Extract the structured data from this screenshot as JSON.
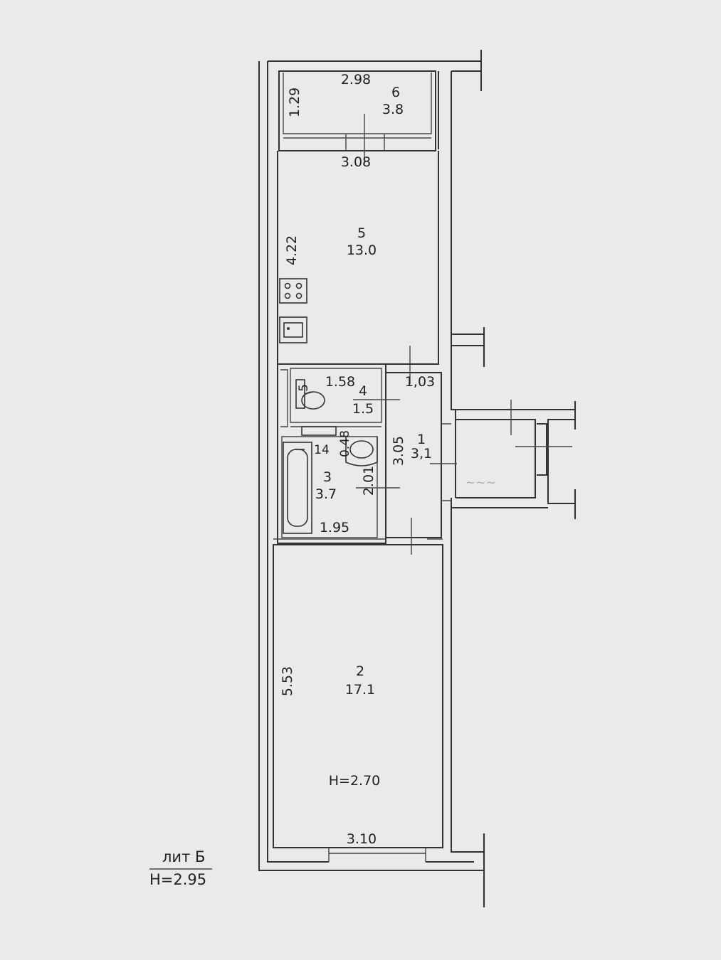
{
  "rooms": [
    {
      "number": "6",
      "area": "3.8"
    },
    {
      "number": "5",
      "area": "13.0"
    },
    {
      "number": "4",
      "area": "1.5"
    },
    {
      "number": "3",
      "area": "3.7"
    },
    {
      "number": "1",
      "area": "3,1"
    },
    {
      "number": "2",
      "area": "17.1"
    }
  ],
  "dimensions": {
    "balcony_width": "2.98",
    "balcony_depth": "1.29",
    "kitchen_width": "3.08",
    "kitchen_length": "4.22",
    "wc_width": "1.58",
    "wc_depth": ".5",
    "hall_width": "1,03",
    "hall_length": "3.05",
    "bath_length": "2.01",
    "bath_width": "1.95",
    "bath_small_a": "14",
    "bath_small_b": "0.48",
    "room_length": "5.53",
    "room_width": "3.10"
  },
  "room_height": "H=2.70",
  "legend": {
    "line1": "лит  Б",
    "line2": "H=2.95"
  }
}
